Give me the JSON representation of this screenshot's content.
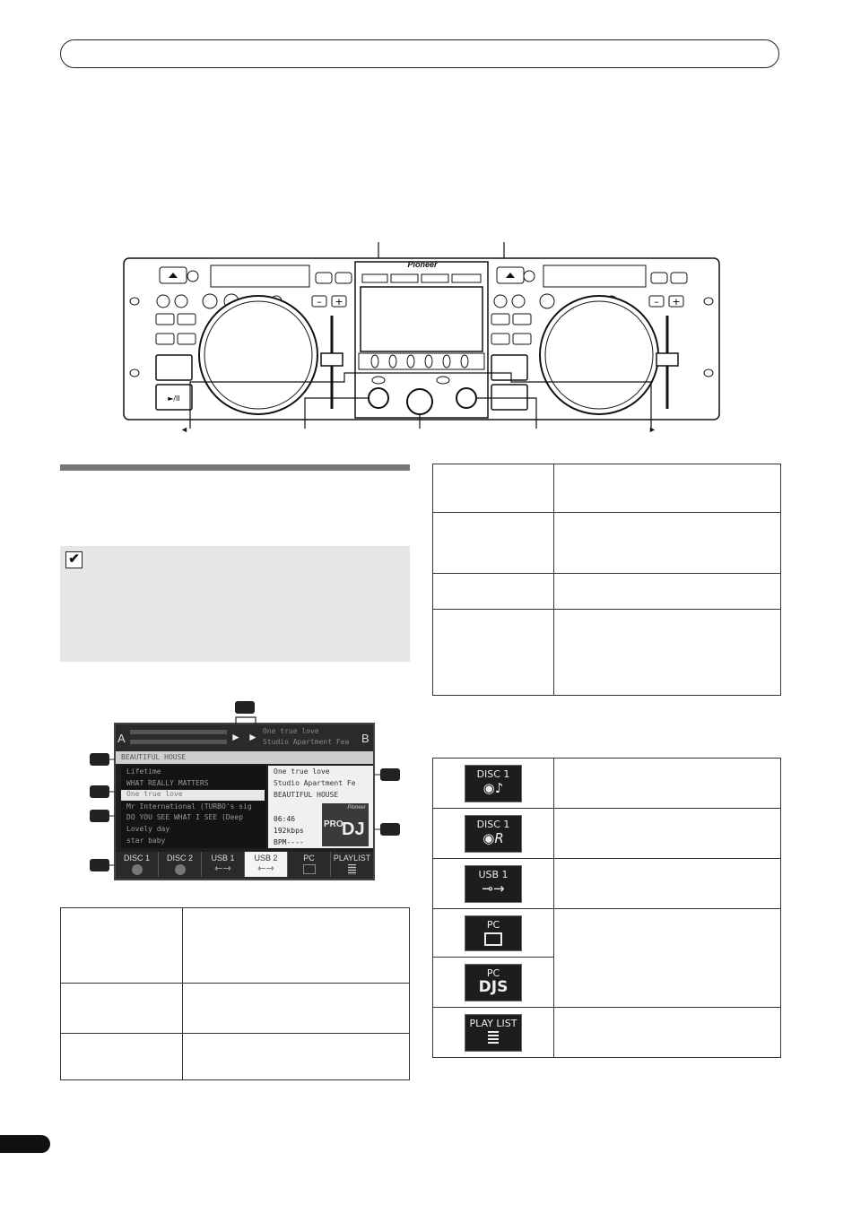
{
  "device": {
    "brand": "Pioneer",
    "arrow_left": "◄",
    "arrow_right": "►"
  },
  "screen": {
    "deck_left_label": "A",
    "deck_right_label": "B",
    "deck_b_title": "One true love",
    "deck_b_artist": "Studio Apartment Fea",
    "category": "BEAUTIFUL HOUSE",
    "list_items": [
      "Lifetime",
      "WHAT REALLY MATTERS",
      "One true love",
      "Mr International (TURBO's sig",
      "DO YOU SEE WHAT I SEE (Deep",
      "Lovely day",
      "star baby"
    ],
    "info_title": "One true love",
    "info_artist": "Studio Apartment Fe",
    "info_album": "BEAUTIFUL HOUSE",
    "info_time": "06:46",
    "info_bitrate": "192kbps",
    "info_bpm": "BPM----",
    "logo_pro": "PRO",
    "logo_dj": "DJ",
    "logo_pioneer": "Pioneer",
    "source_tabs": [
      "DISC 1",
      "DISC 2",
      "USB 1",
      "USB 2",
      "PC",
      "PLAYLIST"
    ]
  },
  "icons": [
    {
      "label": "DISC 1",
      "symbol": "disc-note-icon"
    },
    {
      "label": "DISC 1",
      "symbol": "disc-r-icon"
    },
    {
      "label": "USB 1",
      "symbol": "usb-icon"
    },
    {
      "label": "PC",
      "symbol": "pc-monitor-icon"
    },
    {
      "label": "PC",
      "symbol_text": "DJS"
    },
    {
      "label": "PLAY LIST",
      "symbol": "list-icon"
    }
  ],
  "colors": {
    "screen_dark": "#1e1e1e",
    "screen_highlight": "#e8e8e8",
    "note_bg": "#e6e6e6",
    "section_bar": "#777777"
  }
}
